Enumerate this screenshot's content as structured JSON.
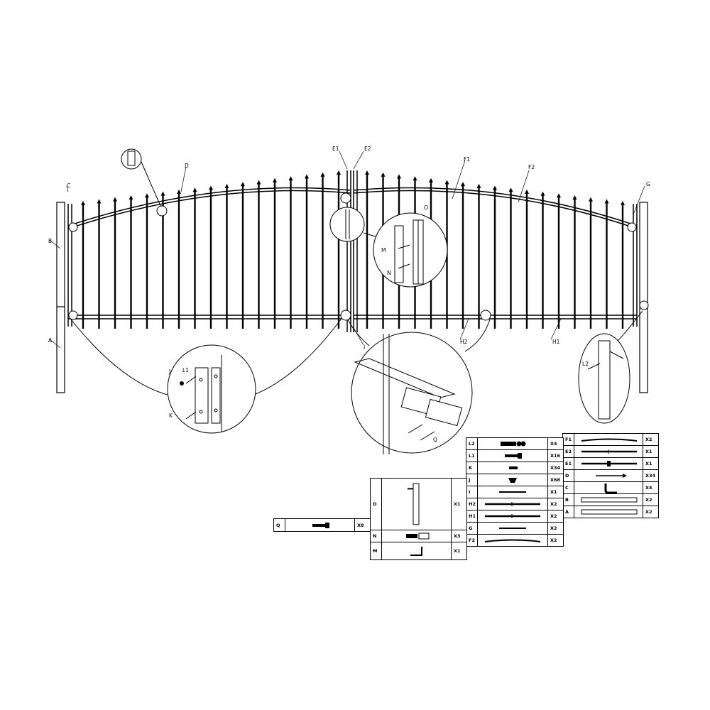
{
  "callouts": {
    "A": "A",
    "B": "B",
    "C": "C",
    "D": "D",
    "E1": "E1",
    "E2": "E2",
    "F1": "F1",
    "F2": "F2",
    "G": "G",
    "H1": "H1",
    "H2": "H2",
    "I": "I",
    "J": "J",
    "K": "K",
    "L1": "L1",
    "L2": "L2",
    "M": "M",
    "N": "N",
    "O": "O",
    "Q": "Q"
  },
  "parts_right": [
    {
      "key": "F1",
      "qty": "X2",
      "icon": "bent-rail-icon"
    },
    {
      "key": "E2",
      "qty": "X1",
      "icon": "rail-icon"
    },
    {
      "key": "E1",
      "qty": "X1",
      "icon": "rail-with-latch-icon"
    },
    {
      "key": "D",
      "qty": "X34",
      "icon": "picket-icon"
    },
    {
      "key": "C",
      "qty": "X4",
      "icon": "hinge-bolt-icon"
    },
    {
      "key": "B",
      "qty": "X2",
      "icon": "post-icon"
    },
    {
      "key": "A",
      "qty": "X2",
      "icon": "post-icon"
    }
  ],
  "parts_middle": [
    {
      "key": "L2",
      "qty": "X4",
      "icon": "hex-bolt-nut-icon"
    },
    {
      "key": "L1",
      "qty": "X16",
      "icon": "bolt-icon"
    },
    {
      "key": "K",
      "qty": "X34",
      "icon": "screw-icon"
    },
    {
      "key": "J",
      "qty": "X68",
      "icon": "cap-icon"
    },
    {
      "key": "I",
      "qty": "X1",
      "icon": "rod-icon"
    },
    {
      "key": "H2",
      "qty": "X2",
      "icon": "rail-icon"
    },
    {
      "key": "H1",
      "qty": "X2",
      "icon": "rail-icon"
    },
    {
      "key": "G",
      "qty": "X2",
      "icon": "rod-icon"
    },
    {
      "key": "F2",
      "qty": "X2",
      "icon": "bent-rail-icon"
    }
  ],
  "parts_left": [
    {
      "key": "O",
      "qty": "X1",
      "icon": "latch-post-icon"
    },
    {
      "key": "N",
      "qty": "X3",
      "icon": "key-icon"
    },
    {
      "key": "M",
      "qty": "X1",
      "icon": "latch-handle-icon"
    }
  ],
  "part_q": {
    "key": "Q",
    "qty": "X8",
    "icon": "bolt-icon"
  }
}
